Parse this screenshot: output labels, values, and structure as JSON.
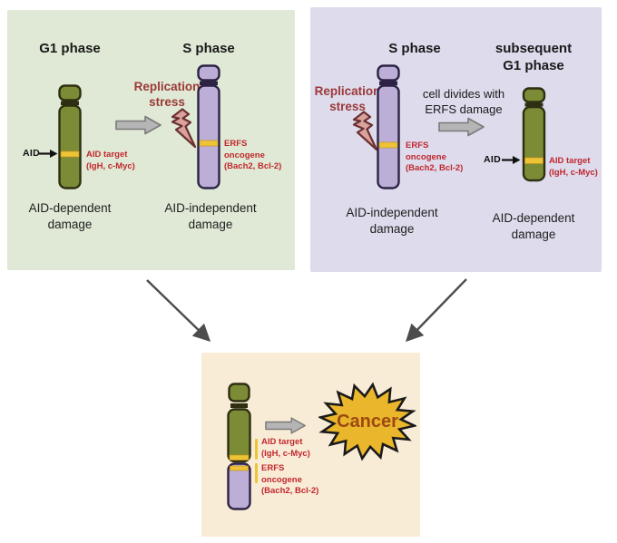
{
  "colors": {
    "panel_left_bg": "#dfe9d5",
    "panel_right_bg": "#dddbec",
    "panel_bottom_bg": "#f9ecd7",
    "chromosome_green": "#7c8b35",
    "chromosome_green_outline": "#2e2e12",
    "chromosome_purple": "#bcaed6",
    "chromosome_purple_outline": "#2c2344",
    "band_yellow": "#eec437",
    "label_red": "#c1272d",
    "stress_red": "#9c3838",
    "arrow_gray": "#b5b5b5",
    "bolt_fill": "#d9a29c",
    "bolt_outline": "#6b3030",
    "star_gold": "#eab62c",
    "cancer_text": "#9c4a12"
  },
  "panels": {
    "top_left": {
      "col1_title": "G1 phase",
      "col2_title": "S phase",
      "aid": "AID",
      "aid_target": "AID target\n(IgH, c-Myc)",
      "replication_stress": "Replication\nstress",
      "erfs": "ERFS\noncogene\n(Bach2, Bcl-2)",
      "caption_left": "AID-dependent\ndamage",
      "caption_right": "AID-independent\ndamage"
    },
    "top_right": {
      "col1_title": "S phase",
      "col2_title": "subsequent\nG1 phase",
      "replication_stress": "Replication\nstress",
      "divide_note": "cell divides with\nERFS damage",
      "erfs": "ERFS\noncogene\n(Bach2, Bcl-2)",
      "aid": "AID",
      "aid_target": "AID target\n(IgH, c-Myc)",
      "caption_left": "AID-independent\ndamage",
      "caption_right": "AID-dependent\ndamage"
    },
    "bottom": {
      "aid_target": "AID target\n(IgH, c-Myc)",
      "erfs": "ERFS\noncogene\n(Bach2, Bcl-2)",
      "cancer": "Cancer"
    }
  }
}
